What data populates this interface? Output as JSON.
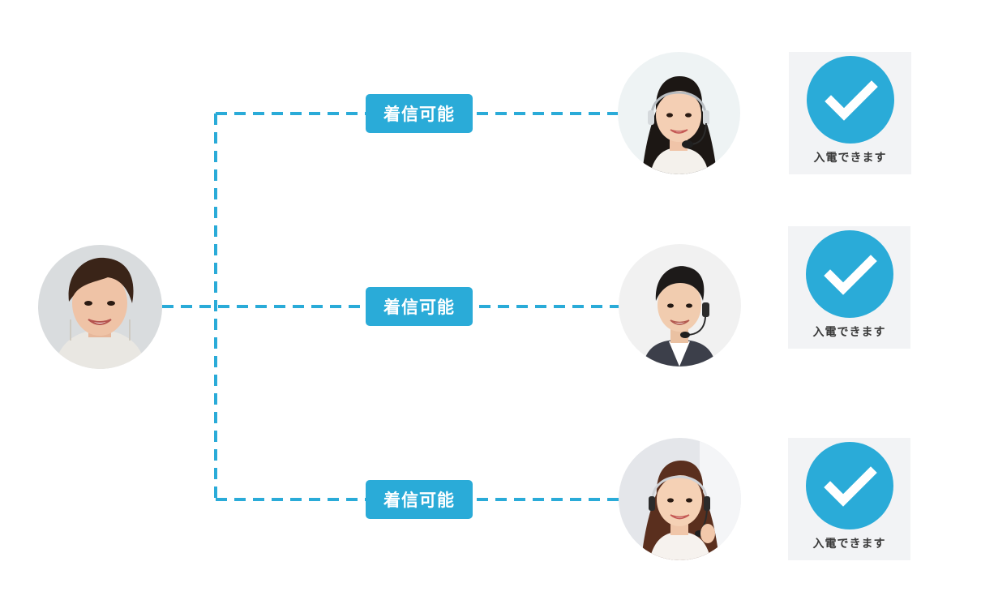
{
  "colors": {
    "accent": "#2aabd8",
    "card_bg": "#f2f3f5",
    "card_text": "#3a3a3a"
  },
  "caller": {
    "icon": "caller-avatar"
  },
  "routes": [
    {
      "tag_label": "着信可能",
      "status_label": "入電できます",
      "agent_icon": "operator-female-headset-icon",
      "status_icon": "checkmark-circle-icon"
    },
    {
      "tag_label": "着信可能",
      "status_label": "入電できます",
      "agent_icon": "operator-male-headset-icon",
      "status_icon": "checkmark-circle-icon"
    },
    {
      "tag_label": "着信可能",
      "status_label": "入電できます",
      "agent_icon": "operator-female-headset-icon",
      "status_icon": "checkmark-circle-icon"
    }
  ]
}
